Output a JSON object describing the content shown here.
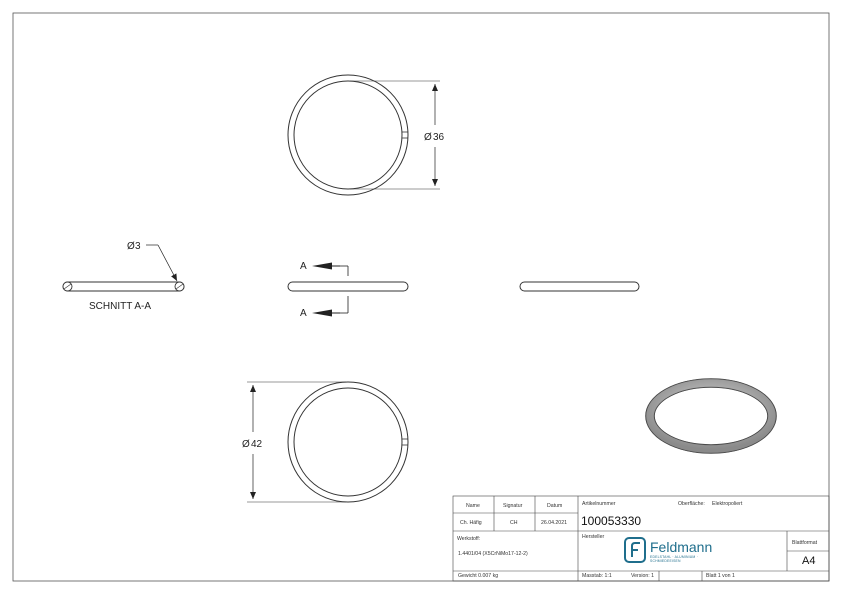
{
  "views": {
    "top_circle": {
      "diameter_label": "36",
      "diameter_symbol": "Ø"
    },
    "bottom_circle": {
      "diameter_label": "42",
      "diameter_symbol": "Ø"
    },
    "section": {
      "diameter_label": "3",
      "diameter_symbol": "Ø",
      "title": "SCHNITT A-A"
    },
    "cut_markers": {
      "top": "A",
      "bottom": "A"
    }
  },
  "title_block": {
    "name_header": "Name",
    "signature_header": "Signatur",
    "date_header": "Datum",
    "name_value": "Ch. Häfig",
    "signature_value": "CH",
    "date_value": "26.04.2021",
    "article_header": "Artikelnummer",
    "article_number": "100053330",
    "surface_label": "Oberfläche:",
    "surface_value": "Elektropoliert",
    "material_header": "Werkstoff:",
    "material_value": "1.4401/04 (X5CrNiMo17-12-2)",
    "manufacturer_header": "Hersteller",
    "sheet_format_header": "Blattformat",
    "sheet_format_value": "A4",
    "weight": "Gewicht 0.007 kg",
    "scale": "Masstab: 1:1",
    "version": "Version: 1",
    "sheet": "Blatt 1 von 1"
  },
  "logo": {
    "name": "Feldmann",
    "tagline": "EDELSTAHL · ALUMINIUM · SCHMIEDEEISEN",
    "color": "#1f6e8c"
  }
}
